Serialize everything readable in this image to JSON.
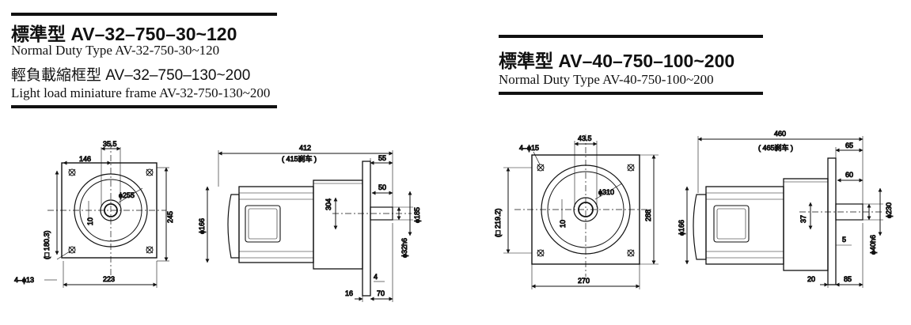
{
  "left_spec": {
    "title_cn": "標準型",
    "title_model": "AV–32–750–30~120",
    "line2": "Normal Duty Type   AV-32-750-30~120",
    "line3_cn": "輕負載縮框型",
    "line3_model": "AV–32–750–130~200",
    "line4": "Light load miniature frame  AV-32-750-130~200"
  },
  "right_spec": {
    "title_cn": "標準型",
    "title_model": "AV–40–750–100~200",
    "line2": "Normal Duty Type   AV-40-750-100~200"
  },
  "left_front": {
    "d_35_5": "35.5",
    "d_146": "146",
    "d_phi255": "ϕ255",
    "d_10": "10",
    "d_245": "245",
    "d_sq180_3": "(□ 180.3)",
    "d_4_phi13": "4–ϕ13",
    "d_223": "223"
  },
  "left_side": {
    "d_412": "412",
    "d_415": "( 415刹车 )",
    "d_55": "55",
    "d_50": "50",
    "d_304": "304",
    "d_phi166": "ϕ166",
    "d_phi185": "ϕ185",
    "d_phi32h6": "ϕ32h6",
    "d_4": "4",
    "d_16": "16",
    "d_70": "70"
  },
  "right_front": {
    "d_4_phi15": "4–ϕ15",
    "d_43_5": "43.5",
    "d_phi310": "ϕ310",
    "d_10": "10",
    "d_288": "288",
    "d_sq219_2": "(□ 219.2)",
    "d_270": "270"
  },
  "right_side": {
    "d_460": "460",
    "d_465": "( 465刹车 )",
    "d_65": "65",
    "d_60": "60",
    "d_37": "37",
    "d_phi230": "ϕ230",
    "d_phi166": "ϕ166",
    "d_5": "5",
    "d_phi40h6": "ϕ40h6",
    "d_20": "20",
    "d_85": "85"
  }
}
